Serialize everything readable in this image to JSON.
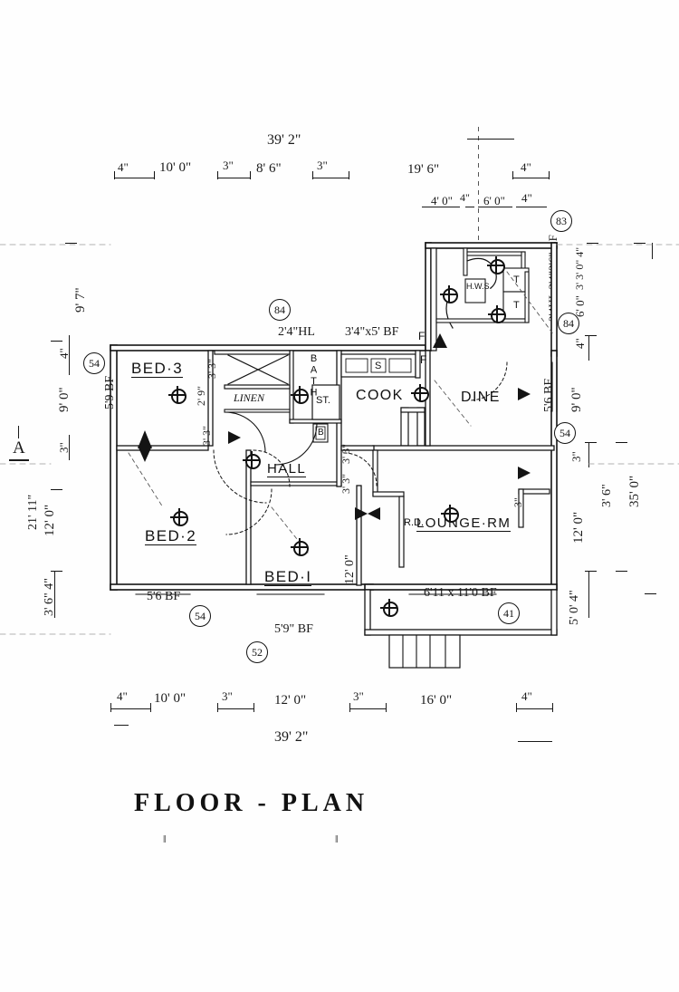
{
  "document": {
    "title": "FLOOR - PLAN",
    "type": "architectural-floor-plan",
    "overall_width": "39' 2\"",
    "overall_depth": "35' 0\""
  },
  "rooms": [
    {
      "id": "bed3",
      "label": "BED·3"
    },
    {
      "id": "bed2",
      "label": "BED·2"
    },
    {
      "id": "bed1",
      "label": "BED·I"
    },
    {
      "id": "hall",
      "label": "HALL"
    },
    {
      "id": "bath",
      "label": "BATH"
    },
    {
      "id": "linen",
      "label": "LINEN"
    },
    {
      "id": "st",
      "label": "ST."
    },
    {
      "id": "cook",
      "label": "COOK"
    },
    {
      "id": "dine",
      "label": "DINE"
    },
    {
      "id": "lounge",
      "label": "LOUNGE·RM"
    }
  ],
  "fixtures": {
    "hot_water": "H.W.S.",
    "sink": "S",
    "tub": "T",
    "bath_fixture": "B",
    "roller_door": "R.D.",
    "window_f": "F"
  },
  "dimensions": {
    "top_overall": "39' 2\"",
    "top_chain": [
      "4\"",
      "10' 0\"",
      "3\"",
      "8' 6\"",
      "3\"",
      "19' 6\"",
      "4\""
    ],
    "top_sub_chain": [
      "4' 0\"",
      "4\"",
      "6' 0\"",
      "4\""
    ],
    "bottom_overall": "39' 2\"",
    "bottom_chain": [
      "4\"",
      "10' 0\"",
      "3\"",
      "12' 0\"",
      "3\"",
      "16' 0\"",
      "4\""
    ],
    "left_chain": [
      "9' 7\"",
      "4\"",
      "9' 0\"",
      "3\"",
      "12' 0\"",
      "3' 6\" 4\""
    ],
    "left_overall": "21' 11\"",
    "right_chain": [
      "6' 0\"",
      "3' 3' 0\" 4\"",
      "4\"",
      "9' 0\"",
      "3\"",
      "12' 0\"",
      "5' 0' 4\""
    ],
    "right_partial": "3' 6\"",
    "right_overall": "35' 0\"",
    "interior_bed3": [
      "3' 3\"",
      "2' 9\"",
      "3' 3\""
    ],
    "hall_a": "3' 3\"",
    "hall_b": "3' 3\"",
    "bed1_depth": "12' 0\"",
    "dine_wall": "3\""
  },
  "openings": [
    {
      "id": "bed3_window",
      "label": "5'9 BF"
    },
    {
      "id": "bed2_window",
      "label": "5'6 BF"
    },
    {
      "id": "bed1_window",
      "label": "5'9\" BF"
    },
    {
      "id": "lounge_window",
      "label": "6'11 x 11'0 BF"
    },
    {
      "id": "dine_window",
      "label": "5'6 BF"
    },
    {
      "id": "cook_window",
      "label": "3'4\"x5' BF"
    },
    {
      "id": "bath_window",
      "label": "2'4\"HL"
    },
    {
      "id": "entry_window",
      "label": "2'4HL 3'4\"2'6\" BF"
    }
  ],
  "tags": [
    {
      "id": "tag_84_top",
      "value": "84"
    },
    {
      "id": "tag_83",
      "value": "83"
    },
    {
      "id": "tag_84_right",
      "value": "84"
    },
    {
      "id": "tag_54_left",
      "value": "54"
    },
    {
      "id": "tag_54_right",
      "value": "54"
    },
    {
      "id": "tag_54_bot",
      "value": "54"
    },
    {
      "id": "tag_52",
      "value": "52"
    },
    {
      "id": "tag_41",
      "value": "41"
    }
  ],
  "section_marker": {
    "label": "A"
  },
  "colors": {
    "ink": "#1a1a1a",
    "paper": "#ffffff"
  }
}
